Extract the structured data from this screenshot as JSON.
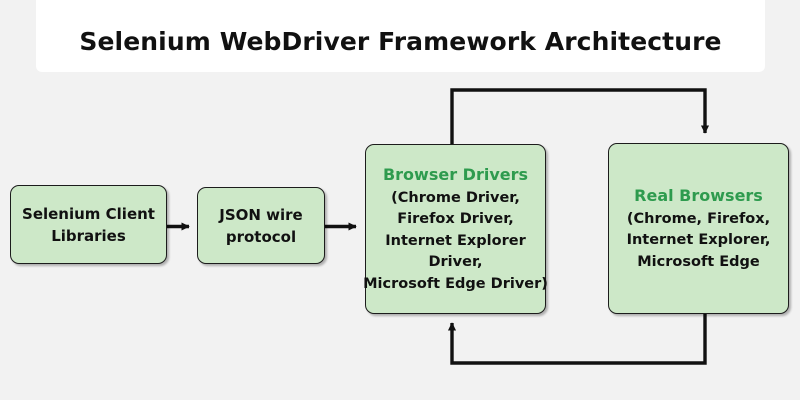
{
  "page": {
    "background_color": "#f2f2f2",
    "banner_color": "#ffffff",
    "node_fill": "#cde8c8",
    "node_border": "#1c1c1c",
    "heading_color": "#2e9b4e",
    "text_color": "#111111"
  },
  "title": {
    "text": "Selenium WebDriver Framework Architecture"
  },
  "nodes": {
    "client": {
      "name": "Selenium Client Libraries",
      "lines": [
        "Selenium Client",
        "Libraries"
      ]
    },
    "json": {
      "name": "JSON wire protocol",
      "lines": [
        "JSON wire",
        "protocol"
      ]
    },
    "drivers": {
      "heading": "Browser Drivers",
      "lines": [
        "(Chrome Driver,",
        "Firefox Driver,",
        "Internet Explorer",
        "Driver,",
        "Microsoft Edge Driver)"
      ]
    },
    "browsers": {
      "heading": "Real Browsers",
      "lines": [
        "(Chrome, Firefox,",
        "Internet Explorer,",
        "Microsoft Edge"
      ]
    }
  },
  "connectors": [
    {
      "id": "client-to-json",
      "from": "client",
      "to": "json",
      "style": "straight-arrow-right"
    },
    {
      "id": "json-to-drivers",
      "from": "json",
      "to": "drivers",
      "style": "straight-arrow-right"
    },
    {
      "id": "drivers-to-browsers",
      "from": "drivers",
      "to": "browsers",
      "style": "elbow-over-top-arrow-down"
    },
    {
      "id": "browsers-to-drivers",
      "from": "browsers",
      "to": "drivers",
      "style": "elbow-under-bottom-arrow-up"
    }
  ]
}
